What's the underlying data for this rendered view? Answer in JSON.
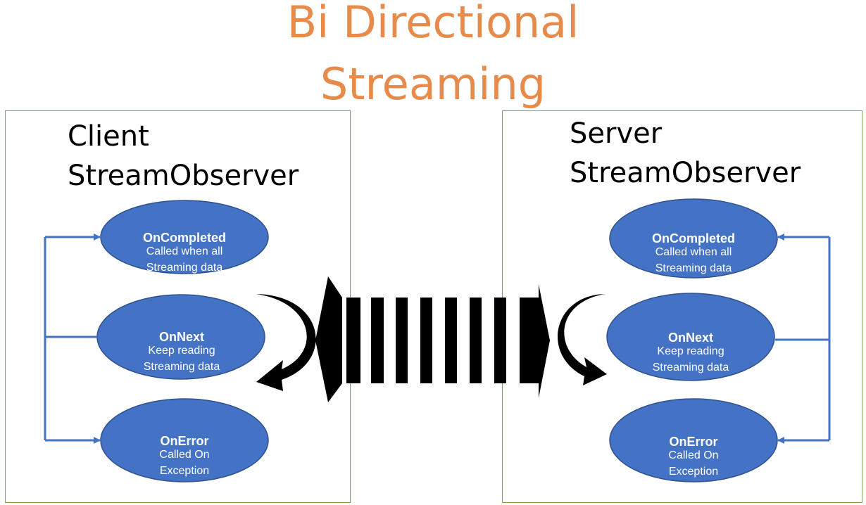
{
  "title": {
    "line1": "Bi Directional",
    "line2": "Streaming"
  },
  "colors": {
    "title": "#e88a4a",
    "ellipse_fill": "#4472c4",
    "ellipse_stroke": "#2f528f",
    "connector": "#4472c4",
    "panel_border": "#77a85a",
    "ellipse_text": "#ffffff"
  },
  "client": {
    "title_line1": "Client",
    "title_line2": "StreamObserver",
    "nodes": [
      {
        "name": "OnCompleted",
        "desc1": "Called when all",
        "desc2": "Streaming data"
      },
      {
        "name": "OnNext",
        "desc1": "Keep reading",
        "desc2": "Streaming data"
      },
      {
        "name": "OnError",
        "desc1": "Called On",
        "desc2": "Exception"
      }
    ]
  },
  "server": {
    "title_line1": "Server",
    "title_line2": "StreamObserver",
    "nodes": [
      {
        "name": "OnCompleted",
        "desc1": "Called when all",
        "desc2": "Streaming data"
      },
      {
        "name": "OnNext",
        "desc1": "Keep reading",
        "desc2": "Streaming data"
      },
      {
        "name": "OnError",
        "desc1": "Called On",
        "desc2": "Exception"
      }
    ]
  }
}
